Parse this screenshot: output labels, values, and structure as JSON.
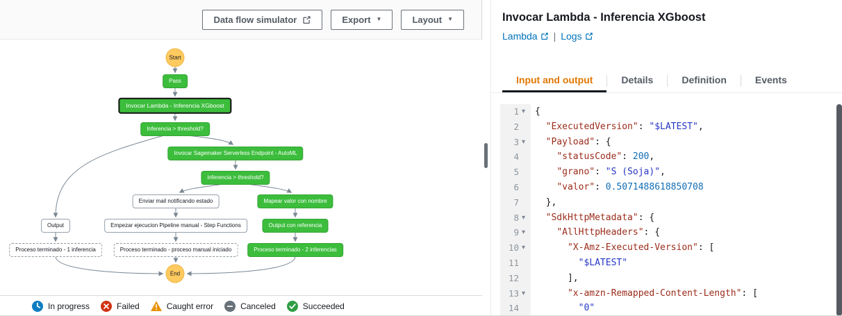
{
  "colors": {
    "success_green": "#3cbd3c",
    "pending_yellow": "#ffca5f",
    "accent_orange": "#e07700",
    "link_blue": "#0073bb",
    "in_progress_blue": "#0d7dc1",
    "failed_red": "#d13212",
    "caught_error_amber": "#e99206",
    "canceled_gray": "#687078",
    "succeeded_green": "#2f9e44"
  },
  "icons": {
    "caret_down": "▼",
    "fold_arrow": "▾",
    "external_link": "external-link"
  },
  "toolbar": {
    "data_flow_simulator": "Data flow simulator",
    "export": "Export",
    "layout": "Layout"
  },
  "graph": {
    "nodes": {
      "start": "Start",
      "pass": "Pass",
      "invocar_lambda": "Invocar Lambda - Inferencia XGboost",
      "inferencia_threshold": "Inferencia > threshold?",
      "invocar_sagemaker": "Invocar Sagemaker Serverless Endpoint - AutoML",
      "inferencia_threshold_2": "inferencia > threshold?",
      "enviar_mail": "Enviar mail notificando estado",
      "mapear_valor": "Mapear valor con nombre",
      "output": "Output",
      "empezar_ejecucion": "Empezar ejecucion Pipeline manual - Step Functions",
      "output_con_referencia": "Output con referencia",
      "proceso_terminado_1": "Proceso terminado - 1 inferencia",
      "proceso_terminado_manual": "Proceso terminado - proceso manual iniciado",
      "proceso_terminado_2": "Proceso terminado - 2 inferencias",
      "end": "End"
    }
  },
  "legend": {
    "items": [
      {
        "label": "In progress"
      },
      {
        "label": "Failed"
      },
      {
        "label": "Caught error"
      },
      {
        "label": "Canceled"
      },
      {
        "label": "Succeeded"
      }
    ]
  },
  "panel": {
    "title": "Invocar Lambda - Inferencia XGboost",
    "links": {
      "lambda": "Lambda",
      "separator": "|",
      "logs": "Logs"
    },
    "tabs": [
      "Input and output",
      "Details",
      "Definition",
      "Events"
    ]
  },
  "editor": {
    "lines": [
      {
        "n": "1",
        "fold": true,
        "tokens": [
          [
            "plain",
            "{"
          ]
        ]
      },
      {
        "n": "2",
        "fold": false,
        "tokens": [
          [
            "plain",
            "  "
          ],
          [
            "key",
            "\"ExecutedVersion\""
          ],
          [
            "plain",
            ": "
          ],
          [
            "str",
            "\"$LATEST\""
          ],
          [
            "plain",
            ","
          ]
        ]
      },
      {
        "n": "3",
        "fold": true,
        "tokens": [
          [
            "plain",
            "  "
          ],
          [
            "key",
            "\"Payload\""
          ],
          [
            "plain",
            ": {"
          ]
        ]
      },
      {
        "n": "4",
        "fold": false,
        "tokens": [
          [
            "plain",
            "    "
          ],
          [
            "key",
            "\"statusCode\""
          ],
          [
            "plain",
            ": "
          ],
          [
            "num",
            "200"
          ],
          [
            "plain",
            ","
          ]
        ]
      },
      {
        "n": "5",
        "fold": false,
        "tokens": [
          [
            "plain",
            "    "
          ],
          [
            "key",
            "\"grano\""
          ],
          [
            "plain",
            ": "
          ],
          [
            "str",
            "\"S (Soja)\""
          ],
          [
            "plain",
            ","
          ]
        ]
      },
      {
        "n": "6",
        "fold": false,
        "tokens": [
          [
            "plain",
            "    "
          ],
          [
            "key",
            "\"valor\""
          ],
          [
            "plain",
            ": "
          ],
          [
            "num",
            "0.5071488618850708"
          ]
        ]
      },
      {
        "n": "7",
        "fold": false,
        "tokens": [
          [
            "plain",
            "  },"
          ]
        ]
      },
      {
        "n": "8",
        "fold": true,
        "tokens": [
          [
            "plain",
            "  "
          ],
          [
            "key",
            "\"SdkHttpMetadata\""
          ],
          [
            "plain",
            ": {"
          ]
        ]
      },
      {
        "n": "9",
        "fold": true,
        "tokens": [
          [
            "plain",
            "    "
          ],
          [
            "key",
            "\"AllHttpHeaders\""
          ],
          [
            "plain",
            ": {"
          ]
        ]
      },
      {
        "n": "10",
        "fold": true,
        "tokens": [
          [
            "plain",
            "      "
          ],
          [
            "key",
            "\"X-Amz-Executed-Version\""
          ],
          [
            "plain",
            ": ["
          ]
        ]
      },
      {
        "n": "11",
        "fold": false,
        "tokens": [
          [
            "plain",
            "        "
          ],
          [
            "str",
            "\"$LATEST\""
          ]
        ]
      },
      {
        "n": "12",
        "fold": false,
        "tokens": [
          [
            "plain",
            "      ],"
          ]
        ]
      },
      {
        "n": "13",
        "fold": true,
        "tokens": [
          [
            "plain",
            "      "
          ],
          [
            "key",
            "\"x-amzn-Remapped-Content-Length\""
          ],
          [
            "plain",
            ": ["
          ]
        ]
      },
      {
        "n": "14",
        "fold": false,
        "tokens": [
          [
            "plain",
            "        "
          ],
          [
            "str",
            "\"0\""
          ]
        ]
      }
    ]
  }
}
